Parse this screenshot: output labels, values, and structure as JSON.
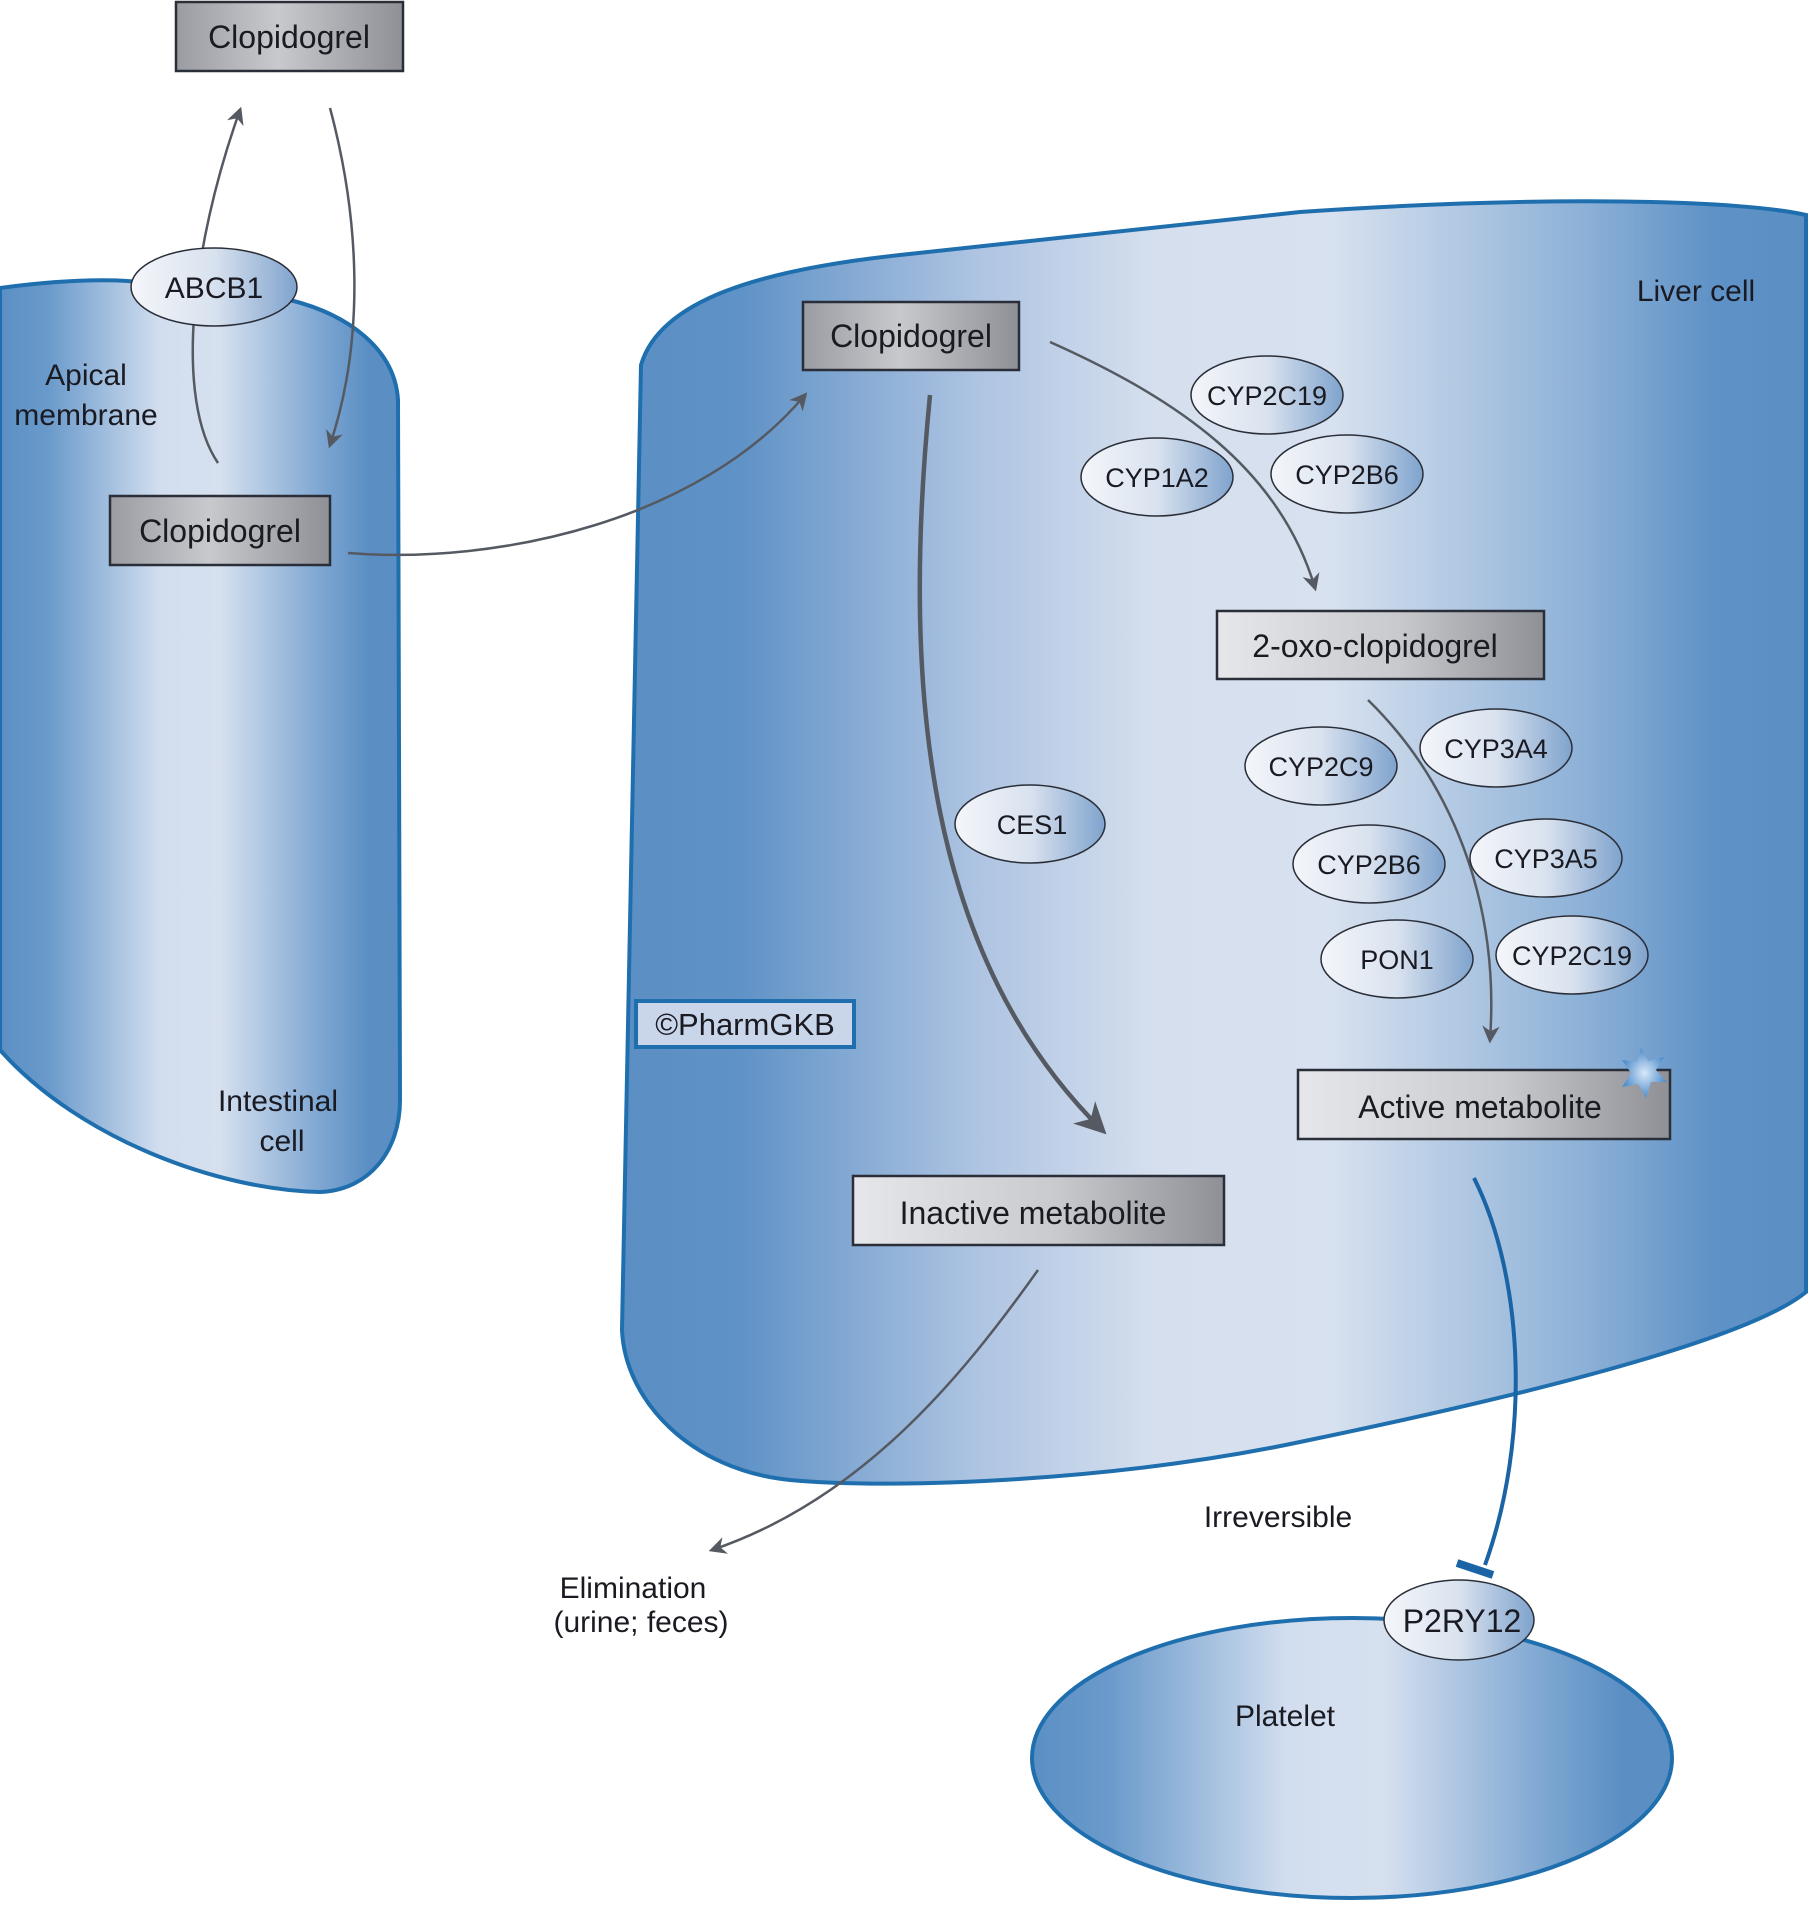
{
  "title": "Clopidogrel pharmacokinetic pathway",
  "colors": {
    "cell_fill_dark": "#5b8fc4",
    "cell_fill_light": "#dbe4f1",
    "cell_border": "#1f6fae",
    "arrow": "#555a62",
    "inhibition": "#1a64a6",
    "box_border": "#2a2e38"
  },
  "cells": {
    "intestinal": [
      "Intestinal",
      "cell"
    ],
    "apical": [
      "Apical",
      "membrane"
    ],
    "liver": "Liver cell",
    "platelet": "Platelet"
  },
  "compounds": {
    "clopidogrel_outside": "Clopidogrel",
    "clopidogrel_intestinal": "Clopidogrel",
    "clopidogrel_liver": "Clopidogrel",
    "oxo": "2-oxo-clopidogrel",
    "active": "Active metabolite",
    "inactive": "Inactive metabolite"
  },
  "transporters": {
    "abcb1": "ABCB1"
  },
  "enzymes_step1": [
    "CYP2C19",
    "CYP1A2",
    "CYP2B6"
  ],
  "enzymes_step2": [
    "CYP2C9",
    "CYP3A4",
    "CYP2B6",
    "CYP3A5",
    "PON1",
    "CYP2C19"
  ],
  "esterase": "CES1",
  "target": "P2RY12",
  "annotations": {
    "copyright": "©PharmGKB",
    "irreversible": "Irreversible",
    "elimination": [
      "Elimination",
      "(urine; feces)"
    ]
  }
}
